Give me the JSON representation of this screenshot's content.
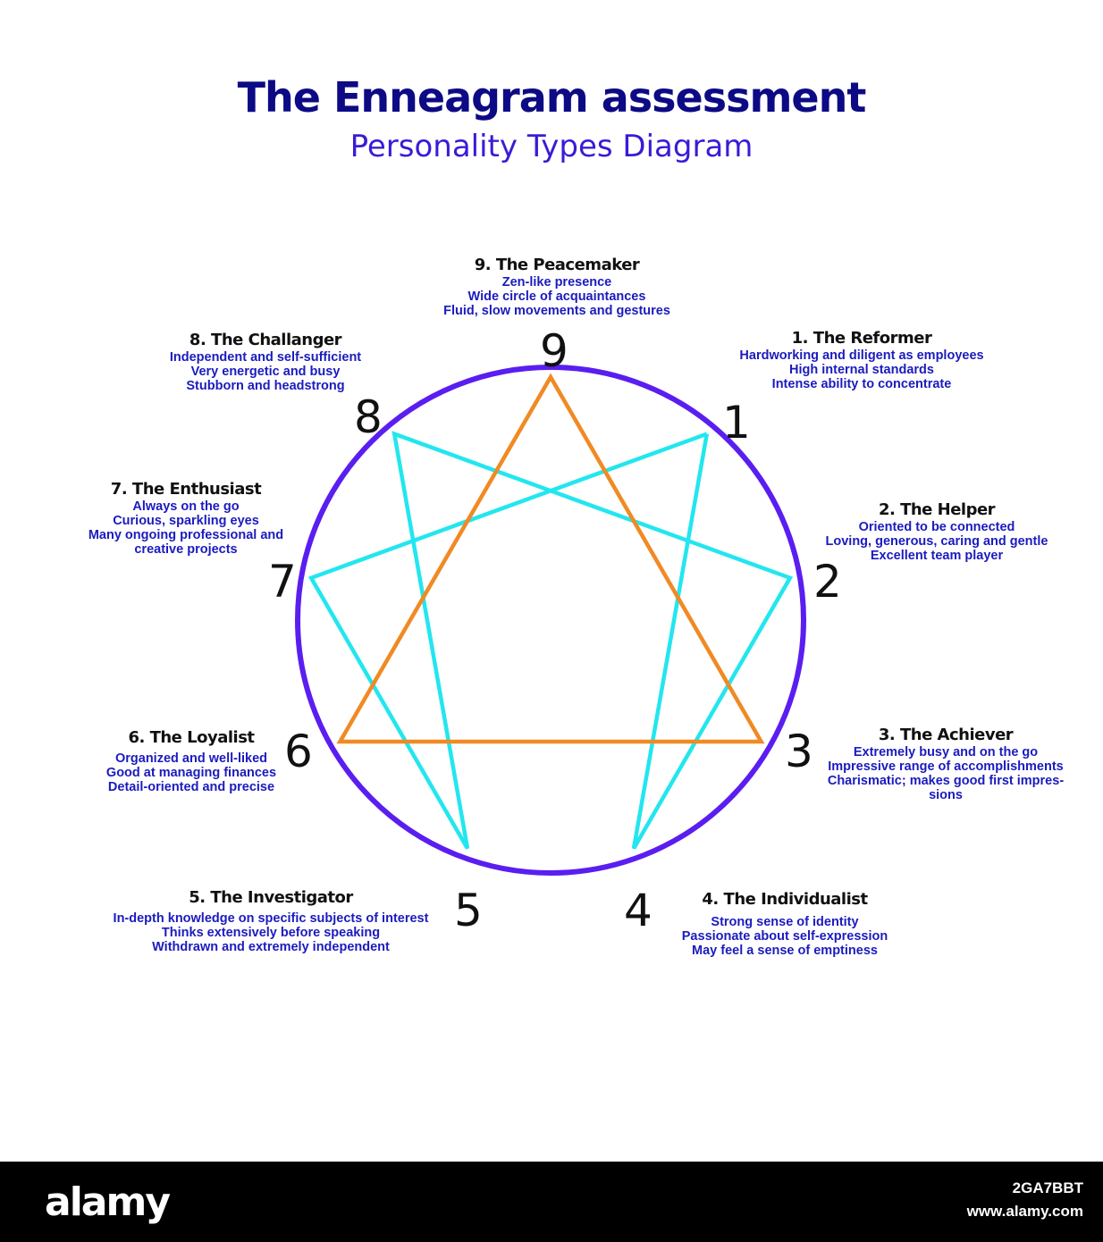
{
  "title": "The Enneagram assessment",
  "subtitle": "Personality Types Diagram",
  "colors": {
    "circle": "#5a1ef0",
    "triangle": "#f08a24",
    "hexad": "#23e6ef",
    "title": "#0d0a85",
    "subtitle": "#3a1bd6",
    "description": "#1b1bbf"
  },
  "numbers": [
    "1",
    "2",
    "3",
    "4",
    "5",
    "6",
    "7",
    "8",
    "9"
  ],
  "types": [
    {
      "number": "1",
      "name": "1. The Reformer",
      "lines": [
        "Hardworking and diligent as employees",
        "High internal standards",
        "Intense ability to concentrate"
      ]
    },
    {
      "number": "2",
      "name": "2. The Helper",
      "lines": [
        "Oriented to be connected",
        "Loving, generous, caring and gentle",
        "Excellent team player"
      ]
    },
    {
      "number": "3",
      "name": "3. The Achiever",
      "lines": [
        "Extremely busy and on the go",
        "Impressive range of accomplishments",
        "Charismatic; makes good first impres-",
        "sions"
      ]
    },
    {
      "number": "4",
      "name": "4. The Individualist",
      "lines": [
        "Strong sense of identity",
        "Passionate about self-expression",
        "May feel a sense of emptiness"
      ]
    },
    {
      "number": "5",
      "name": "5. The Investigator",
      "lines": [
        "In-depth knowledge on specific subjects of interest",
        "Thinks extensively before speaking",
        "Withdrawn and extremely independent"
      ]
    },
    {
      "number": "6",
      "name": "6. The Loyalist",
      "lines": [
        "Organized and well-liked",
        "Good at managing finances",
        "Detail-oriented and precise"
      ]
    },
    {
      "number": "7",
      "name": "7. The Enthusiast",
      "lines": [
        "Always on the go",
        "Curious, sparkling eyes",
        "Many ongoing professional and",
        "creative projects"
      ]
    },
    {
      "number": "8",
      "name": "8. The Challanger",
      "lines": [
        "Independent and self-sufficient",
        "Very energetic and busy",
        "Stubborn and headstrong"
      ]
    },
    {
      "number": "9",
      "name": "9. The Peacemaker",
      "lines": [
        "Zen-like presence",
        "Wide circle of acquaintances",
        "Fluid, slow movements and gestures"
      ]
    }
  ],
  "footer": {
    "brand": "alamy",
    "image_id": "2GA7BBT",
    "site": "www.alamy.com"
  }
}
